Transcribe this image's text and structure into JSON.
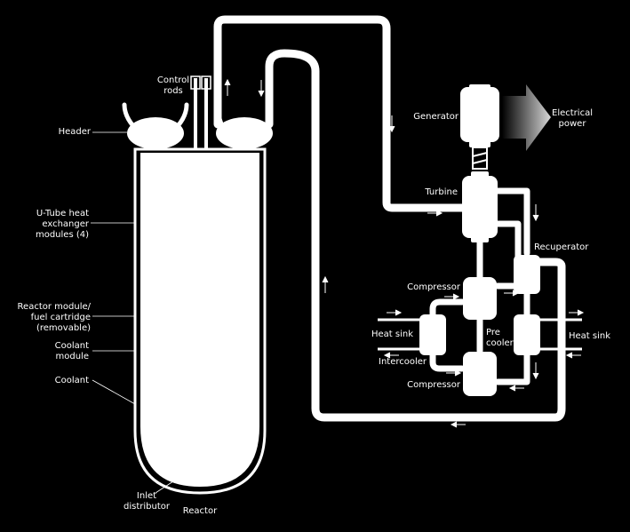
{
  "labels": {
    "control_rods": "Control\nrods",
    "header": "Header",
    "u_tube": "U-Tube heat\nexchanger\nmodules (4)",
    "reactor_module": "Reactor module/\nfuel cartridge\n(removable)",
    "coolant_module": "Coolant\nmodule",
    "coolant": "Coolant",
    "inlet_distributor": "Inlet\ndistributor",
    "reactor": "Reactor",
    "generator": "Generator",
    "electrical_power": "Electrical\npower",
    "turbine": "Turbine",
    "recuperator": "Recuperator",
    "compressor_top": "Compressor",
    "compressor_bottom": "Compressor",
    "heat_sink_left": "Heat sink",
    "heat_sink_right": "Heat sink",
    "intercooler": "Intercooler",
    "precooler": "Pre\ncooler"
  },
  "colors": {
    "background": "#000000",
    "foreground": "#ffffff",
    "power_arrow": "#d8d8d8"
  }
}
